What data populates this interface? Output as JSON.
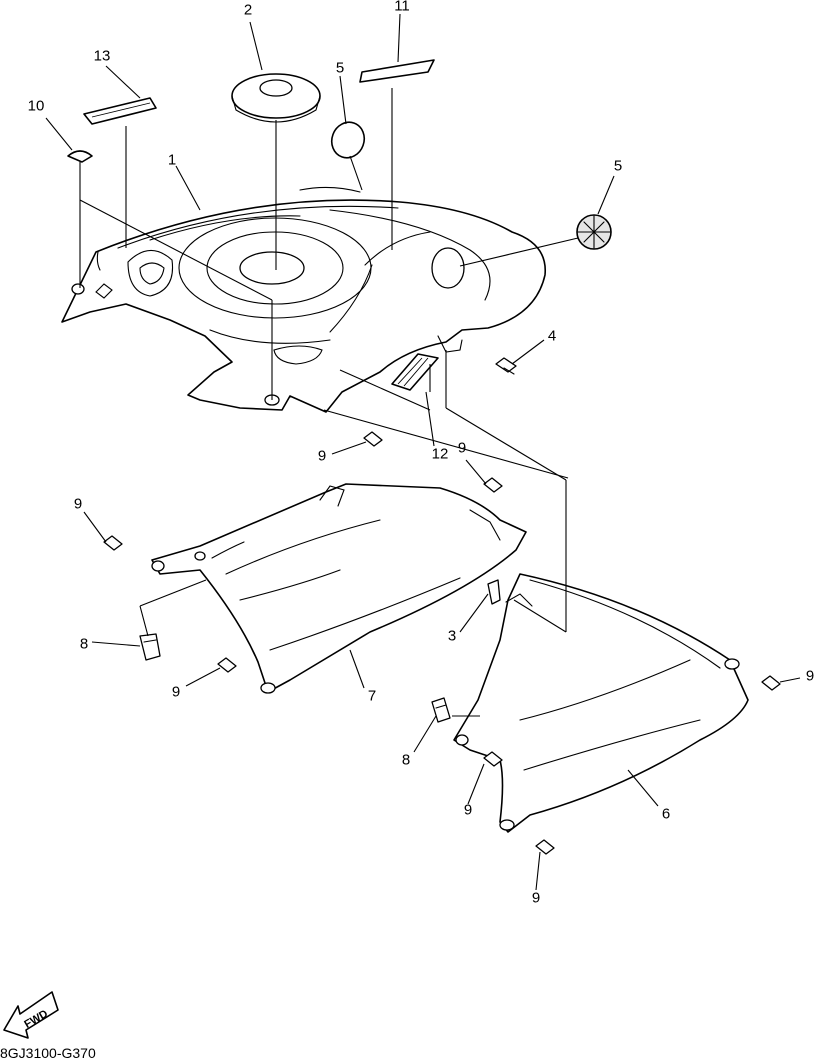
{
  "diagram_code": "8GJ3100-G370",
  "direction_label": "FWD",
  "callouts": [
    {
      "id": "c1",
      "label": "1"
    },
    {
      "id": "c2",
      "label": "2"
    },
    {
      "id": "c3",
      "label": "3"
    },
    {
      "id": "c4",
      "label": "4"
    },
    {
      "id": "c5a",
      "label": "5"
    },
    {
      "id": "c5b",
      "label": "5"
    },
    {
      "id": "c6",
      "label": "6"
    },
    {
      "id": "c7",
      "label": "7"
    },
    {
      "id": "c8a",
      "label": "8"
    },
    {
      "id": "c8b",
      "label": "8"
    },
    {
      "id": "c9a",
      "label": "9"
    },
    {
      "id": "c9b",
      "label": "9"
    },
    {
      "id": "c9c",
      "label": "9"
    },
    {
      "id": "c9d",
      "label": "9"
    },
    {
      "id": "c9e",
      "label": "9"
    },
    {
      "id": "c9f",
      "label": "9"
    },
    {
      "id": "c9g",
      "label": "9"
    },
    {
      "id": "c10",
      "label": "10"
    },
    {
      "id": "c11",
      "label": "11"
    },
    {
      "id": "c12",
      "label": "12"
    },
    {
      "id": "c13",
      "label": "13"
    }
  ],
  "colors": {
    "line": "#000000",
    "background": "#ffffff"
  }
}
